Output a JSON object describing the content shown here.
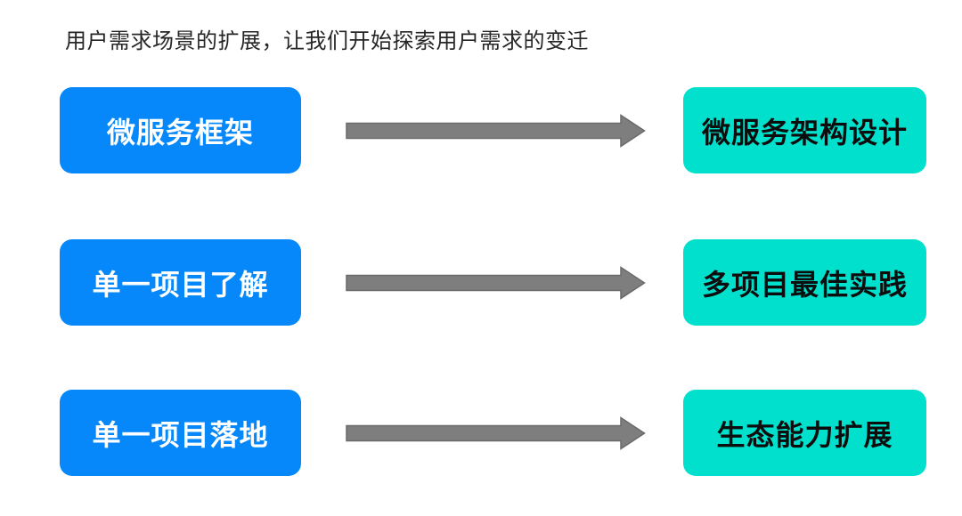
{
  "title": "用户需求场景的扩展，让我们开始探索用户需求的变迁",
  "colors": {
    "title_text": "#262626",
    "left_box_bg": "#0688FB",
    "left_box_text": "#FFFFFF",
    "right_box_bg": "#01E0CD",
    "right_box_text": "#0D0D0D",
    "arrow_fill": "#7E7E7E",
    "arrow_stroke": "#6A6A6A"
  },
  "rows": [
    {
      "left": "微服务框架",
      "right": "微服务架构设计"
    },
    {
      "left": "单一项目了解",
      "right": "多项目最佳实践"
    },
    {
      "left": "单一项目落地",
      "right": "生态能力扩展"
    }
  ]
}
